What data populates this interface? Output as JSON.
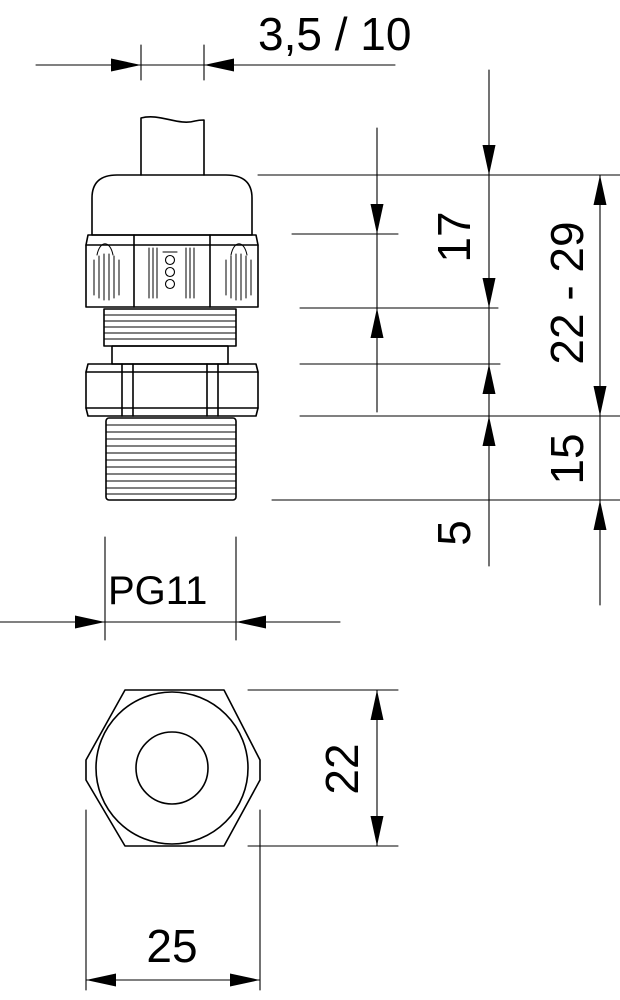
{
  "drawing": {
    "line_color": "#000000",
    "fill_color": "#ffffff",
    "labels": {
      "cable_range": "3,5 / 10",
      "thread": "PG11",
      "clamp_height": "17",
      "total_length": "22 - 29",
      "thread_length": "15",
      "offset": "5",
      "width_across_flats": "22",
      "width_across_corners": "25"
    }
  }
}
